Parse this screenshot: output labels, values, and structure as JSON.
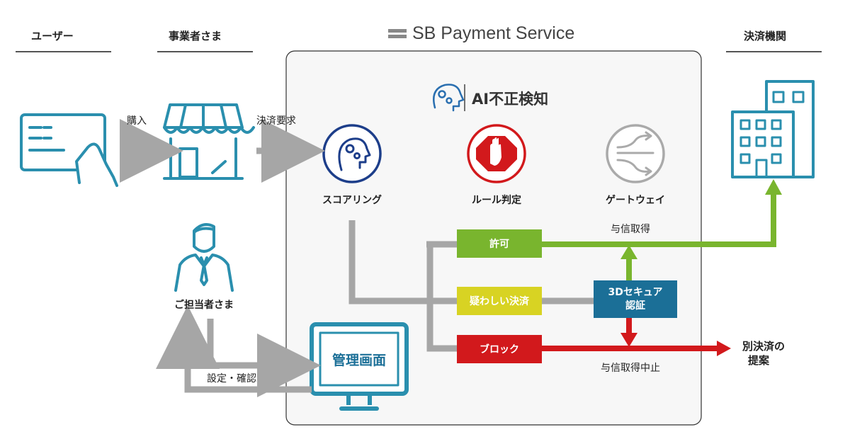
{
  "columns": {
    "user": "ユーザー",
    "merchant": "事業者さま",
    "institution": "決済機関"
  },
  "brand": {
    "name": "SB Payment Service"
  },
  "ai": {
    "title": "AI不正検知",
    "scoring": "スコアリング",
    "rule": "ルール判定",
    "gateway": "ゲートウェイ"
  },
  "flow": {
    "purchase": "購入",
    "payment_request": "決済要求",
    "credit_get": "与信取得",
    "credit_stop": "与信取得中止",
    "alt_payment_line1": "別決済の",
    "alt_payment_line2": "提案",
    "setting_confirm": "設定・確認"
  },
  "results": {
    "allow": "許可",
    "suspicious": "疑わしい決済",
    "block": "ブロック",
    "secure_line1": "3Dセキュア",
    "secure_line2": "認証"
  },
  "staff": {
    "label": "ご担当者さま"
  },
  "admin": {
    "label": "管理画面"
  },
  "colors": {
    "icon_teal": "#2a8fae",
    "allow_green": "#79b52e",
    "suspicious_yellow": "#d8d323",
    "block_red": "#d2191c",
    "secure_blue": "#1b6f97",
    "scoring_navy": "#1d3e8a",
    "gray_arrow": "#a6a6a6"
  }
}
